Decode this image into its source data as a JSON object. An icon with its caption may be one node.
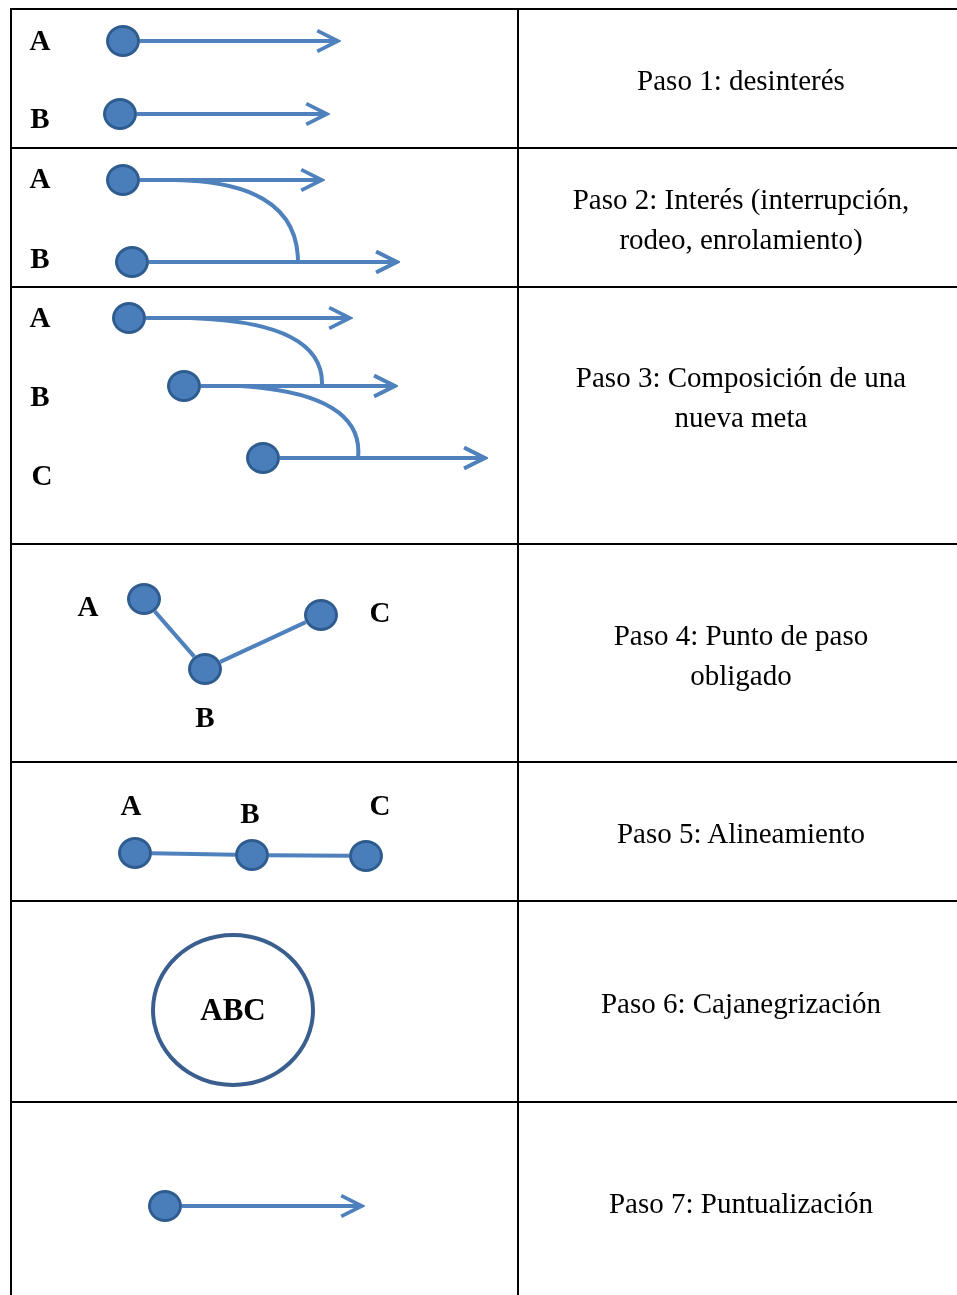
{
  "diagram": {
    "nodes": [
      {
        "text": [],
        "shape": "circle",
        "beside": [
          "A"
        ]
      },
      {
        "text": [],
        "shape": "circle",
        "beside": [
          "B"
        ]
      },
      {
        "text": [],
        "shape": "circle",
        "beside": [
          "A"
        ]
      },
      {
        "text": [],
        "shape": "circle",
        "beside": [
          "B"
        ]
      },
      {
        "text": [],
        "shape": "circle",
        "beside": [
          "A"
        ]
      },
      {
        "text": [],
        "shape": "circle"
      },
      {
        "text": [],
        "shape": "circle"
      },
      {
        "text": [],
        "shape": "circle",
        "beside": [
          "A"
        ]
      },
      {
        "text": [],
        "shape": "circle",
        "beside": [
          "B"
        ]
      },
      {
        "text": [],
        "shape": "circle",
        "beside": [
          "C"
        ]
      },
      {
        "text": [],
        "shape": "circle",
        "beside": [
          "A"
        ]
      },
      {
        "text": [],
        "shape": "circle",
        "beside": [
          "B"
        ]
      },
      {
        "text": [],
        "shape": "circle",
        "beside": [
          "C"
        ]
      },
      {
        "text": [
          "ABC"
        ]
      },
      {
        "text": [],
        "shape": "circle"
      }
    ],
    "edges": [
      {
        "from": 0,
        "to": null,
        "arrow": "to"
      },
      {
        "from": 1,
        "to": null,
        "arrow": "to"
      },
      {
        "from": 2,
        "to": null,
        "arrow": "to"
      },
      {
        "from": 2,
        "to": null,
        "arrow": "to"
      },
      {
        "from": 3,
        "to": null,
        "arrow": "to"
      },
      {
        "from": 4,
        "to": null,
        "arrow": "to"
      },
      {
        "from": 4,
        "to": null,
        "arrow": "to"
      },
      {
        "from": 5,
        "to": null,
        "arrow": "to"
      },
      {
        "from": 5,
        "to": null,
        "arrow": "to"
      },
      {
        "from": 6,
        "to": null,
        "arrow": "to"
      },
      {
        "from": 7,
        "to": 8,
        "arrow": "none"
      },
      {
        "from": 8,
        "to": 9,
        "arrow": "none"
      },
      {
        "from": 10,
        "to": 11,
        "arrow": "none"
      },
      {
        "from": 11,
        "to": 12,
        "arrow": "none"
      },
      {
        "from": 14,
        "to": null,
        "arrow": "to"
      }
    ],
    "labels": [
      "Paso 1: desinterés",
      "Paso 2: Interés (interrupción, rodeo, enrolamiento)",
      "B",
      "C",
      "Paso 3: Composición de una nueva meta",
      "Paso 4: Punto de paso obligado",
      "Paso 5: Alineamiento",
      "Paso 6: Cajanegrización",
      "Paso 7: Puntualización"
    ]
  }
}
